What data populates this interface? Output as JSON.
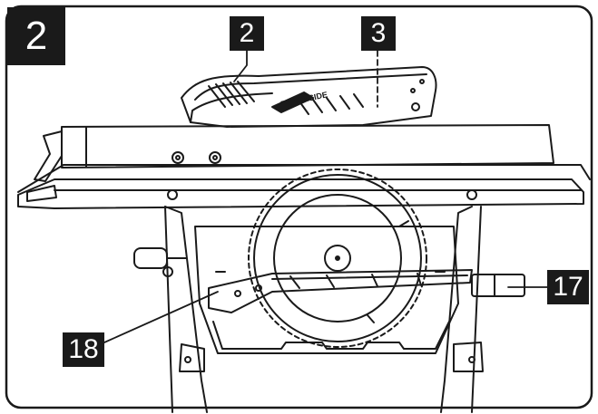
{
  "figure": {
    "number": "2",
    "callouts": {
      "motor": "2",
      "blade_guard": "3",
      "rip_fence_storage": "17",
      "miter_gauge_storage": "18"
    },
    "brand_logo": "BLACKSIDE"
  },
  "colors": {
    "line": "#1a1a1a",
    "background": "#ffffff",
    "callout_bg": "#1a1a1a",
    "callout_text": "#ffffff"
  }
}
